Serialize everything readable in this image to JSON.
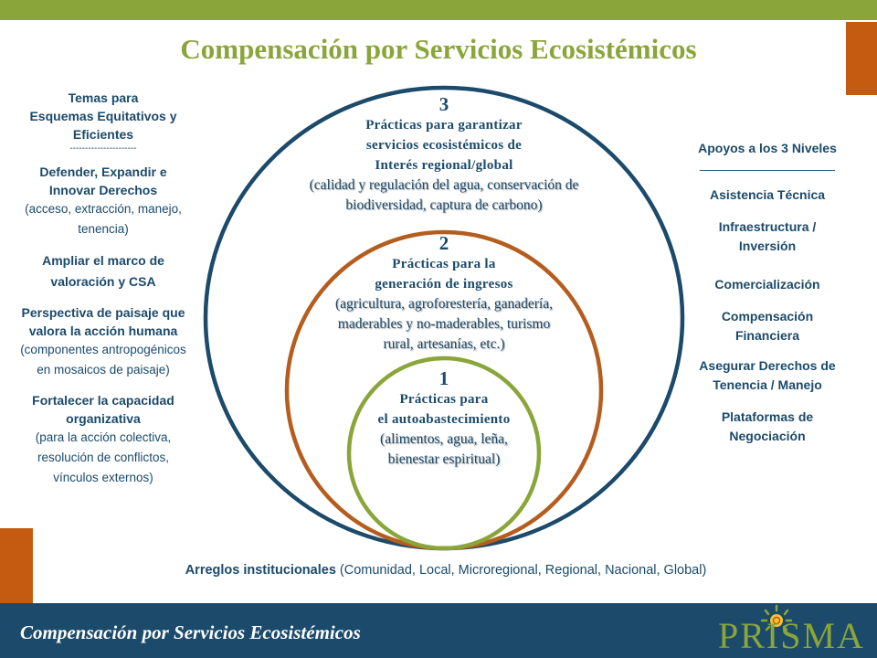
{
  "title": "Compensación por Servicios Ecosistémicos",
  "left_column": {
    "heading_line1": "Temas para",
    "heading_line2": "Esquemas Equitativos y",
    "heading_line3": "Eficientes",
    "separator": "----------------------",
    "item1_title_line1": "Defender, Expandir e",
    "item1_title_line2": "Innovar Derechos",
    "item1_detail_line1": "(acceso, extracción, manejo,",
    "item1_detail_line2": "tenencia)",
    "item2_title_line1": "Ampliar el marco de",
    "item2_title_line2": "valoración y CSA",
    "item3_title_line1": "Perspectiva de paisaje que",
    "item3_title_line2": "valora la acción humana",
    "item3_detail_line1": "(componentes antropogénicos",
    "item3_detail_line2": "en mosaicos de paisaje)",
    "item4_title_line1": "Fortalecer la capacidad",
    "item4_title_line2": "organizativa",
    "item4_detail_line1": "(para la acción colectiva,",
    "item4_detail_line2": "resolución de conflictos,",
    "item4_detail_line3": "vínculos externos)"
  },
  "right_column": {
    "heading": "Apoyos a los 3 Niveles",
    "separator": "___________________",
    "item1": "Asistencia Técnica",
    "item2_line1": "Infraestructura /",
    "item2_line2": "Inversión",
    "item3": "Comercialización",
    "item4_line1": "Compensación",
    "item4_line2": "Financiera",
    "item5_line1": "Asegurar Derechos de",
    "item5_line2": "Tenencia / Manejo",
    "item6_line1": "Plataformas de",
    "item6_line2": "Negociación"
  },
  "circles": {
    "outer": {
      "level": "3",
      "line1": "Prácticas para garantizar",
      "line2": "servicios ecosistémicos de",
      "line3": "Interés regional/global",
      "detail_line1": "(calidad y regulación del agua, conservación de",
      "detail_line2": "biodiversidad, captura de carbono)"
    },
    "middle": {
      "level": "2",
      "line1": "Prácticas para la",
      "line2": "generación de ingresos",
      "detail_line1": "(agricultura, agroforestería, ganadería,",
      "detail_line2": "maderables y no-maderables, turismo",
      "detail_line3": "rural, artesanías, etc.)"
    },
    "inner": {
      "level": "1",
      "line1": "Prácticas para",
      "line2": "el autoabastecimiento",
      "detail_line1": "(alimentos, agua, leña,",
      "detail_line2": "bienestar espiritual)"
    }
  },
  "bottom": {
    "label": "Arreglos institucionales",
    "detail": "(Comunidad, Local, Microregional, Regional, Nacional, Global)"
  },
  "footer": {
    "text": "Compensación por Servicios Ecosistémicos",
    "logo": "PRISMA"
  },
  "colors": {
    "olive": "#8aa53a",
    "navy": "#1b4a6b",
    "orange": "#c55a11",
    "brown": "#b55d1e"
  }
}
